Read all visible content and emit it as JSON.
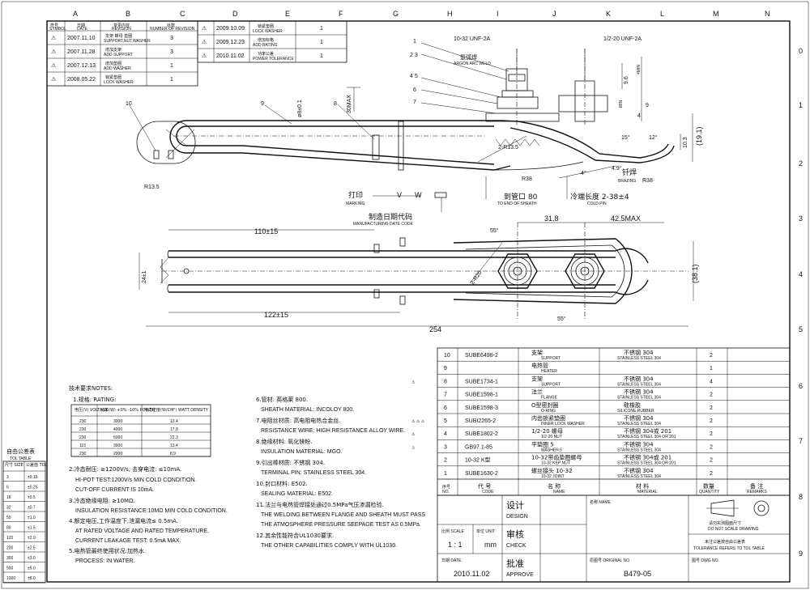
{
  "columns": [
    "A",
    "B",
    "C",
    "D",
    "E",
    "F",
    "G",
    "H",
    "I",
    "J",
    "K",
    "L",
    "M",
    "N"
  ],
  "rows": [
    "0",
    "1",
    "2",
    "3",
    "4",
    "5",
    "6",
    "7",
    "8",
    "9"
  ],
  "revision_header": {
    "symbol_cn": "符号",
    "symbol": "SYMBOL",
    "date_cn": "日期",
    "date": "DATE",
    "revision_cn": "变更内容",
    "revision": "REVISION",
    "number_cn": "处数",
    "number": "NUMBER OF REVISION"
  },
  "revisions_left": [
    {
      "date": "2007.11.10",
      "cn": "支架 螺母 垫圈",
      "en": "SUPPORT,NUT,WASHER",
      "n": "3"
    },
    {
      "date": "2007.11.28",
      "cn": "增加支架",
      "en": "ADD SUPPORT",
      "n": "3"
    },
    {
      "date": "2007.12.13",
      "cn": "增加垫圈",
      "en": "ADD WASHER",
      "n": "1"
    },
    {
      "date": "2008.05.22",
      "cn": "锁紧垫圈",
      "en": "LOCK WASHER",
      "n": "1"
    }
  ],
  "revisions_right": [
    {
      "date": "2009.10.09",
      "cn": "锁紧垫圈",
      "en": "LOCK WASHER",
      "n": "1"
    },
    {
      "date": "2009.12.23",
      "cn": "增加标格",
      "en": "ADD RATING",
      "n": "1"
    },
    {
      "date": "2010.11.02",
      "cn": "功率公差",
      "en": "POWER TOLERANCE",
      "n": "1"
    }
  ],
  "drawing": {
    "callouts": [
      "1",
      "2 3",
      "4 5",
      "6",
      "7",
      "8",
      "9",
      "10"
    ],
    "thread_1": "10-32 UNF-2A",
    "thread_2": "1/2-20 UNF-2A",
    "argon_cn": "氩弧焊",
    "argon": "ARGON ARC WELD",
    "dim_30max": "30MAX",
    "dim_dia": "ø8±0.1",
    "dim_r135": "R13.5",
    "dim_r135b": "2-R13.5",
    "dim_r38": "R38",
    "dim_r38b": "R38",
    "dim_96": "9.6",
    "dim_4min": "4MIN",
    "dim_min": "MIN",
    "dim_9": "9",
    "dim_4": "4",
    "dim_49": "4.9°",
    "dim_4deg": "4°",
    "dim_15": "15°",
    "dim_12": "12°",
    "dim_103": "10.3",
    "dim_191": "(19.1)",
    "brazing_cn": "钎焊",
    "brazing": "BRAZING",
    "marking_cn": "打印",
    "marking": "MARKING",
    "v": "V",
    "w": "W",
    "sheath_cn": "到管口 80",
    "sheath": "TO END OF SHEATH",
    "cold_cn": "冷端长度 2-38±4",
    "cold": "COLD PIN",
    "mfg_cn": "制造日期代码",
    "mfg": "MANUFACTURING DATE CODE",
    "dim_110": "110±15",
    "dim_122": "122±15",
    "dim_254": "254",
    "dim_318": "31.8",
    "dim_425": "42.5MAX",
    "dim_55a": "55°",
    "dim_55b": "55°",
    "dim_24": "24±1",
    "dim_2r20": "2-R20",
    "dim_381": "(38.1)"
  },
  "notes": {
    "title": "技术要求NOTES:",
    "n1": "1.规格: RATING:",
    "rating_headers": [
      "电压(V) VOLTAGE",
      "功率(W) +0% -10% POWER",
      "电力密度(W/CM²) WATT DENSITY"
    ],
    "rating_rows": [
      [
        "230",
        "3000",
        "13.4"
      ],
      [
        "230",
        "4000",
        "17.8"
      ],
      [
        "230",
        "5000",
        "22.3"
      ],
      [
        "115",
        "3000",
        "13.4"
      ],
      [
        "230",
        "2000",
        "8.9"
      ]
    ],
    "n2a": "2.冷态耐压: ≥1200V/s, 击穿电流: ≤10mA.",
    "n2b": "HI-POT TEST:1200V/s MIN COLD CONDITION.",
    "n2c": "CUT-OFF CURRENT IS 10mA.",
    "n3a": "3.冷态绝缘电阻: ≥10MΩ.",
    "n3b": "INSULATION RESISTANCE:10MΩ MIN COLD CONDITION.",
    "n4a": "4.额定电压,工作温度下,泄漏电流≤ 0.5mA.",
    "n4b": "AT RATED VOLTAGE AND RATED TEMPERATURE,",
    "n4c": "CURRENT LEAKAGE TEST: 0.5mA MAX.",
    "n5a": "5.电热管最终使用状况:加热水.",
    "n5b": "PROCESS: IN WATER.",
    "n6a": "6.管材: 英格莱 800.",
    "n6b": "SHEATH MATERIAL: INCOLOY 800.",
    "n7a": "7.电阻丝材质: 高电阻电热合金丝.",
    "n7b": "RESISTANCE WIRE: HIGH RESISTANCE ALLOY WIRE.",
    "n8a": "8.绝缘材料: 氧化镁粉.",
    "n8b": "INSULATION MATERIAL: MGO.",
    "n9a": "9.引出棒材质: 不锈钢 304.",
    "n9b": "TERMINAL PIN: STAINLESS STEEL 304.",
    "n10a": "10.封口材料: E502.",
    "n10b": "SEALING MATERIAL: E502.",
    "n11a": "11.法兰与电热管焊接处通过0.5MPa气压渗漏检验.",
    "n11b": "THE WELDING BETWEEN FLANGE AND SHEATH MUST PASS",
    "n11c": "THE ATMOSPHERE PRESSURE SEEPAGE TEST AS 0.5MPa.",
    "n12a": "12.其余性能符合UL1030要求.",
    "n12b": "THE OTHER CAPABILITIES COMPLY WITH UL1030."
  },
  "tol_table": {
    "title_cn": "自由公差表",
    "title": "TOL TABLE",
    "h1": "尺寸 SIZE",
    "h2": "公差值 TOL",
    "rows": [
      [
        "3",
        "±0.15"
      ],
      [
        "6",
        "±0.25"
      ],
      [
        "18",
        "±0.5"
      ],
      [
        "32",
        "±0.7"
      ],
      [
        "50",
        "±1.0"
      ],
      [
        "80",
        "±1.5"
      ],
      [
        "120",
        "±2.0"
      ],
      [
        "200",
        "±2.5"
      ],
      [
        "300",
        "±3.0"
      ],
      [
        "500",
        "±5.0"
      ],
      [
        "1000",
        "±8.0"
      ]
    ]
  },
  "bom": {
    "rows": [
      {
        "no": "10",
        "code": "SUBE6498-2",
        "name_cn": "支架",
        "name": "SUPPORT",
        "mat_cn": "不锈钢 304",
        "mat": "STAINLESS STEEL 304",
        "qty": "2",
        "flag": ""
      },
      {
        "no": "9",
        "code": "",
        "name_cn": "电热管",
        "name": "HEATER",
        "mat_cn": "",
        "mat": "",
        "qty": "1",
        "flag": ""
      },
      {
        "no": "8",
        "code": "SUBE1734-1",
        "name_cn": "支架",
        "name": "SUPPORT",
        "mat_cn": "不锈钢 304",
        "mat": "STAINLESS STEEL 304",
        "qty": "4",
        "flag": "⚠"
      },
      {
        "no": "7",
        "code": "SUBE1598-1",
        "name_cn": "法兰",
        "name": "FLANGE",
        "mat_cn": "不锈钢 304",
        "mat": "STAINLESS STEEL 304",
        "qty": "2",
        "flag": ""
      },
      {
        "no": "6",
        "code": "SUBE1598-3",
        "name_cn": "O型密封圈",
        "name": "O-RING",
        "mat_cn": "硅橡胶",
        "mat": "SILICONE RUBBER",
        "qty": "2",
        "flag": ""
      },
      {
        "no": "5",
        "code": "SUBI2265-2",
        "name_cn": "内齿锁紧垫圈",
        "name": "INNER LOCK WASHER",
        "mat_cn": "不锈钢 304",
        "mat": "STAINLESS STEEL 304",
        "qty": "2",
        "flag": "⚠ ⚠ ⚠"
      },
      {
        "no": "4",
        "code": "SUBE1802-2",
        "name_cn": "1/2-20 螺母",
        "name": "1/2-20 NUT",
        "mat_cn": "不锈钢 304或 201",
        "mat": "STAINLESS STEEL 304 OR 201",
        "qty": "2",
        "flag": "⚠"
      },
      {
        "no": "3",
        "code": "GB97.1-85",
        "name_cn": "平垫圈 5",
        "name": "WASHER 5",
        "mat_cn": "不锈钢 304",
        "mat": "STAINLESS STEEL 304",
        "qty": "2",
        "flag": "⚠"
      },
      {
        "no": "2",
        "code": "10-32 K型",
        "name_cn": "10-32带齿垫圈螺母",
        "name": "10-32 KEP NUT",
        "mat_cn": "不锈钢 304或 201",
        "mat": "STAINLESS STEEL 304 OR 201",
        "qty": "2",
        "flag": ""
      },
      {
        "no": "1",
        "code": "SUBE1630-2",
        "name_cn": "螺丝接头 10-32",
        "name": "10-32 JOINT",
        "mat_cn": "不锈钢 304",
        "mat": "STAINLESS STEEL 304",
        "qty": "2",
        "flag": ""
      }
    ],
    "header": {
      "no_cn": "序号",
      "no": "NO.",
      "code_cn": "代 号",
      "code": "CODE",
      "name_cn": "名 称",
      "name": "NAME",
      "mat_cn": "材 料",
      "mat": "MATERIAL",
      "qty_cn": "数量",
      "qty": "QUANTITY",
      "rem_cn": "备 注",
      "rem": "REMARKS"
    }
  },
  "title_block": {
    "design_cn": "设计",
    "design": "DESIGN",
    "check_cn": "审核",
    "check": "CHECK",
    "approve_cn": "批准",
    "approve": "APPROVE",
    "name_label": "名称 NAME",
    "scale_label": "比例 SCALE",
    "scale": "1 : 1",
    "unit_label": "单位 UNIT",
    "unit": "mm",
    "date_label": "日期 DATE",
    "date": "2010.11.02",
    "orig_label": "原图号 ORIGINAL NO.",
    "orig": "B479-05",
    "dwg_label": "图号 DWG NO.",
    "scale_note_cn": "请勿实测图面尺寸",
    "scale_note": "DO NOT SCALE DRAWING",
    "tol_note_cn": "未注公差按自由公差表",
    "tol_note": "TOLERANCE REFERS TO TOL TABLE"
  }
}
